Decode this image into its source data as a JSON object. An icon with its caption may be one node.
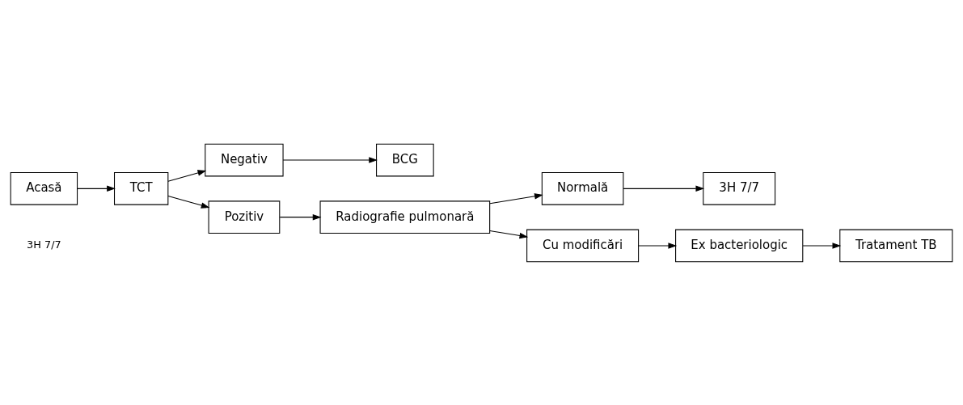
{
  "diagram": {
    "nodes": [
      {
        "text": [
          "Acasă"
        ]
      },
      {
        "text": [
          "TCT"
        ]
      },
      {
        "text": [
          "Negativ"
        ]
      },
      {
        "text": [
          "BCG"
        ]
      },
      {
        "text": [
          "Pozitiv"
        ]
      },
      {
        "text": [
          "Radiografie pulmonară"
        ]
      },
      {
        "text": [
          "Normală"
        ]
      },
      {
        "text": [
          "Cu modificări"
        ]
      },
      {
        "text": [
          "3H 7/7"
        ]
      },
      {
        "text": [
          "Ex bacteriologic"
        ]
      },
      {
        "text": [
          "Tratament TB"
        ]
      }
    ],
    "edges": [
      {
        "from": 0,
        "to": 1,
        "arrow": "to"
      },
      {
        "from": 1,
        "to": 2,
        "arrow": "to"
      },
      {
        "from": 1,
        "to": 4,
        "arrow": "to"
      },
      {
        "from": 2,
        "to": 3,
        "arrow": "to"
      },
      {
        "from": 4,
        "to": 5,
        "arrow": "to"
      },
      {
        "from": 5,
        "to": 6,
        "arrow": "to"
      },
      {
        "from": 5,
        "to": 7,
        "arrow": "to"
      },
      {
        "from": 6,
        "to": 8,
        "arrow": "to"
      },
      {
        "from": 7,
        "to": 9,
        "arrow": "to"
      },
      {
        "from": 9,
        "to": 10,
        "arrow": "to"
      }
    ],
    "labels": [
      "3H 7/7"
    ]
  }
}
